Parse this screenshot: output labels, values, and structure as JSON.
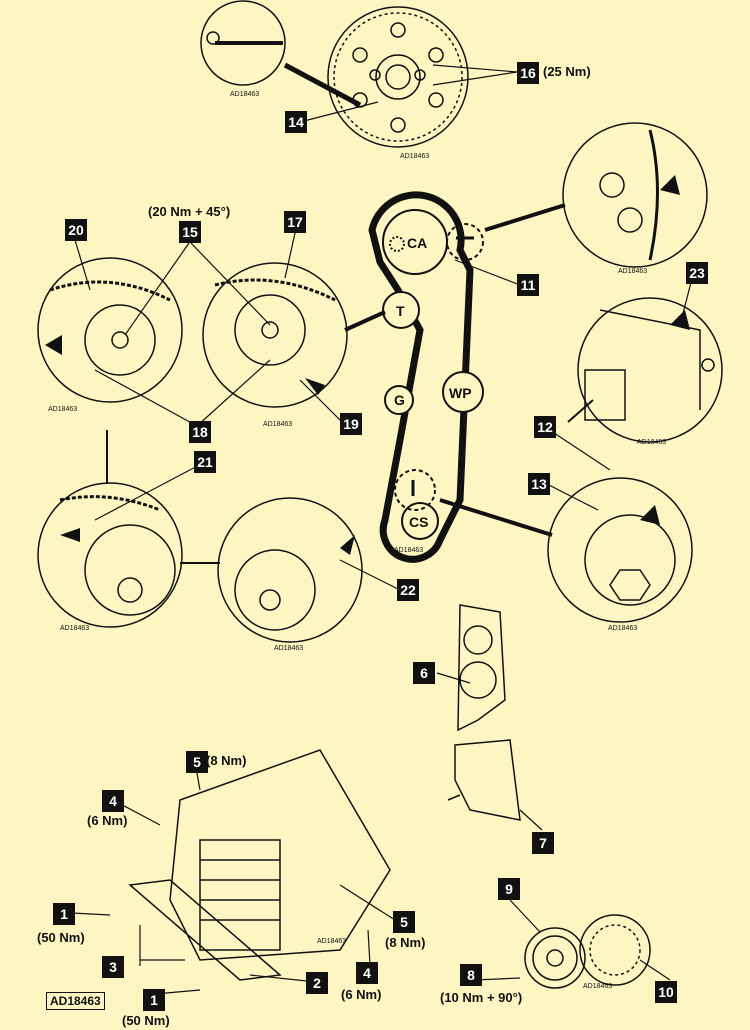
{
  "callouts": {
    "c1": "1",
    "c2": "2",
    "c3": "3",
    "c4": "4",
    "c5": "5",
    "c6": "6",
    "c7": "7",
    "c8": "8",
    "c9": "9",
    "c10": "10",
    "c11": "11",
    "c12": "12",
    "c13": "13",
    "c14": "14",
    "c15": "15",
    "c16": "16",
    "c17": "17",
    "c18": "18",
    "c19": "19",
    "c20": "20",
    "c21": "21",
    "c22": "22",
    "c23": "23"
  },
  "torques": {
    "t16": "(25 Nm)",
    "t15": "(20 Nm + 45°)",
    "t5": "(8 Nm)",
    "t4": "(6 Nm)",
    "t1": "(50 Nm)",
    "t8": "(10 Nm + 90°)"
  },
  "pulleys": {
    "camshaft": "CA",
    "tensioner": "T",
    "guide": "G",
    "water_pump": "WP",
    "crankshaft": "CS"
  },
  "reference_code": "AD18463",
  "icons": [
    "arrow-icon",
    "pointer-arrow-icon"
  ],
  "colors": {
    "background": "#fdf6c3",
    "ink": "#111111"
  }
}
